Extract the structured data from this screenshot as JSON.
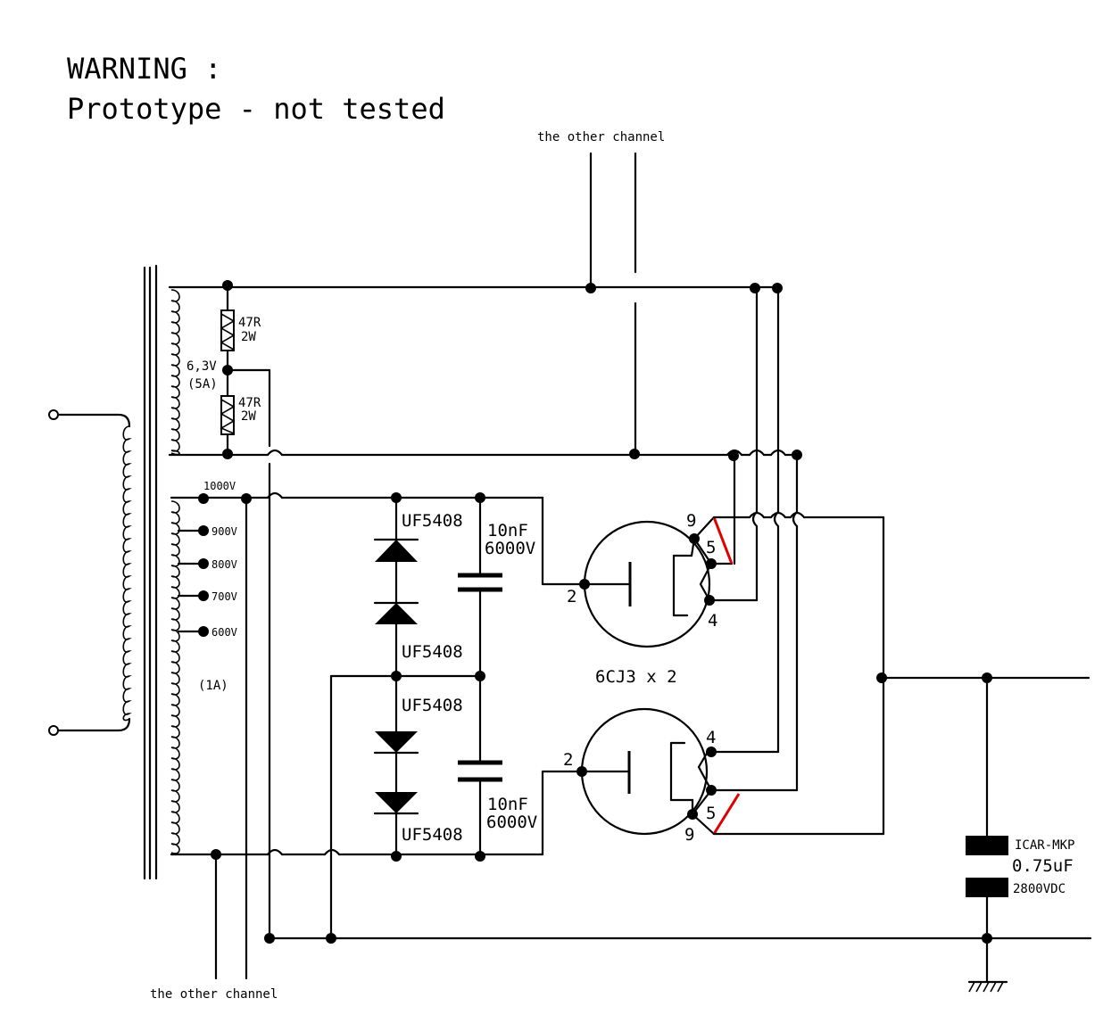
{
  "warning": {
    "line1": "WARNING :",
    "line2": "Prototype - not tested"
  },
  "labels": {
    "other_channel_top": "the other channel",
    "other_channel_bottom": "the other channel",
    "heater_voltage": "6,3V",
    "heater_current": "(5A)",
    "hv_current": "(1A)",
    "tube": "6CJ3 x 2"
  },
  "resistors": [
    {
      "value": "47R",
      "power": "2W"
    },
    {
      "value": "47R",
      "power": "2W"
    }
  ],
  "taps": [
    "1000V",
    "900V",
    "800V",
    "700V",
    "600V"
  ],
  "diodes": [
    "UF5408",
    "UF5408",
    "UF5408",
    "UF5408"
  ],
  "capacitors": [
    {
      "value": "10nF",
      "voltage": "6000V"
    },
    {
      "value": "10nF",
      "voltage": "6000V"
    }
  ],
  "output_cap": {
    "type": "ICAR-MKP",
    "value": "0.75uF",
    "voltage": "2800VDC"
  },
  "tube_top_pins": [
    "9",
    "5",
    "2",
    "4"
  ],
  "tube_bottom_pins": [
    "4",
    "2",
    "5",
    "9"
  ]
}
